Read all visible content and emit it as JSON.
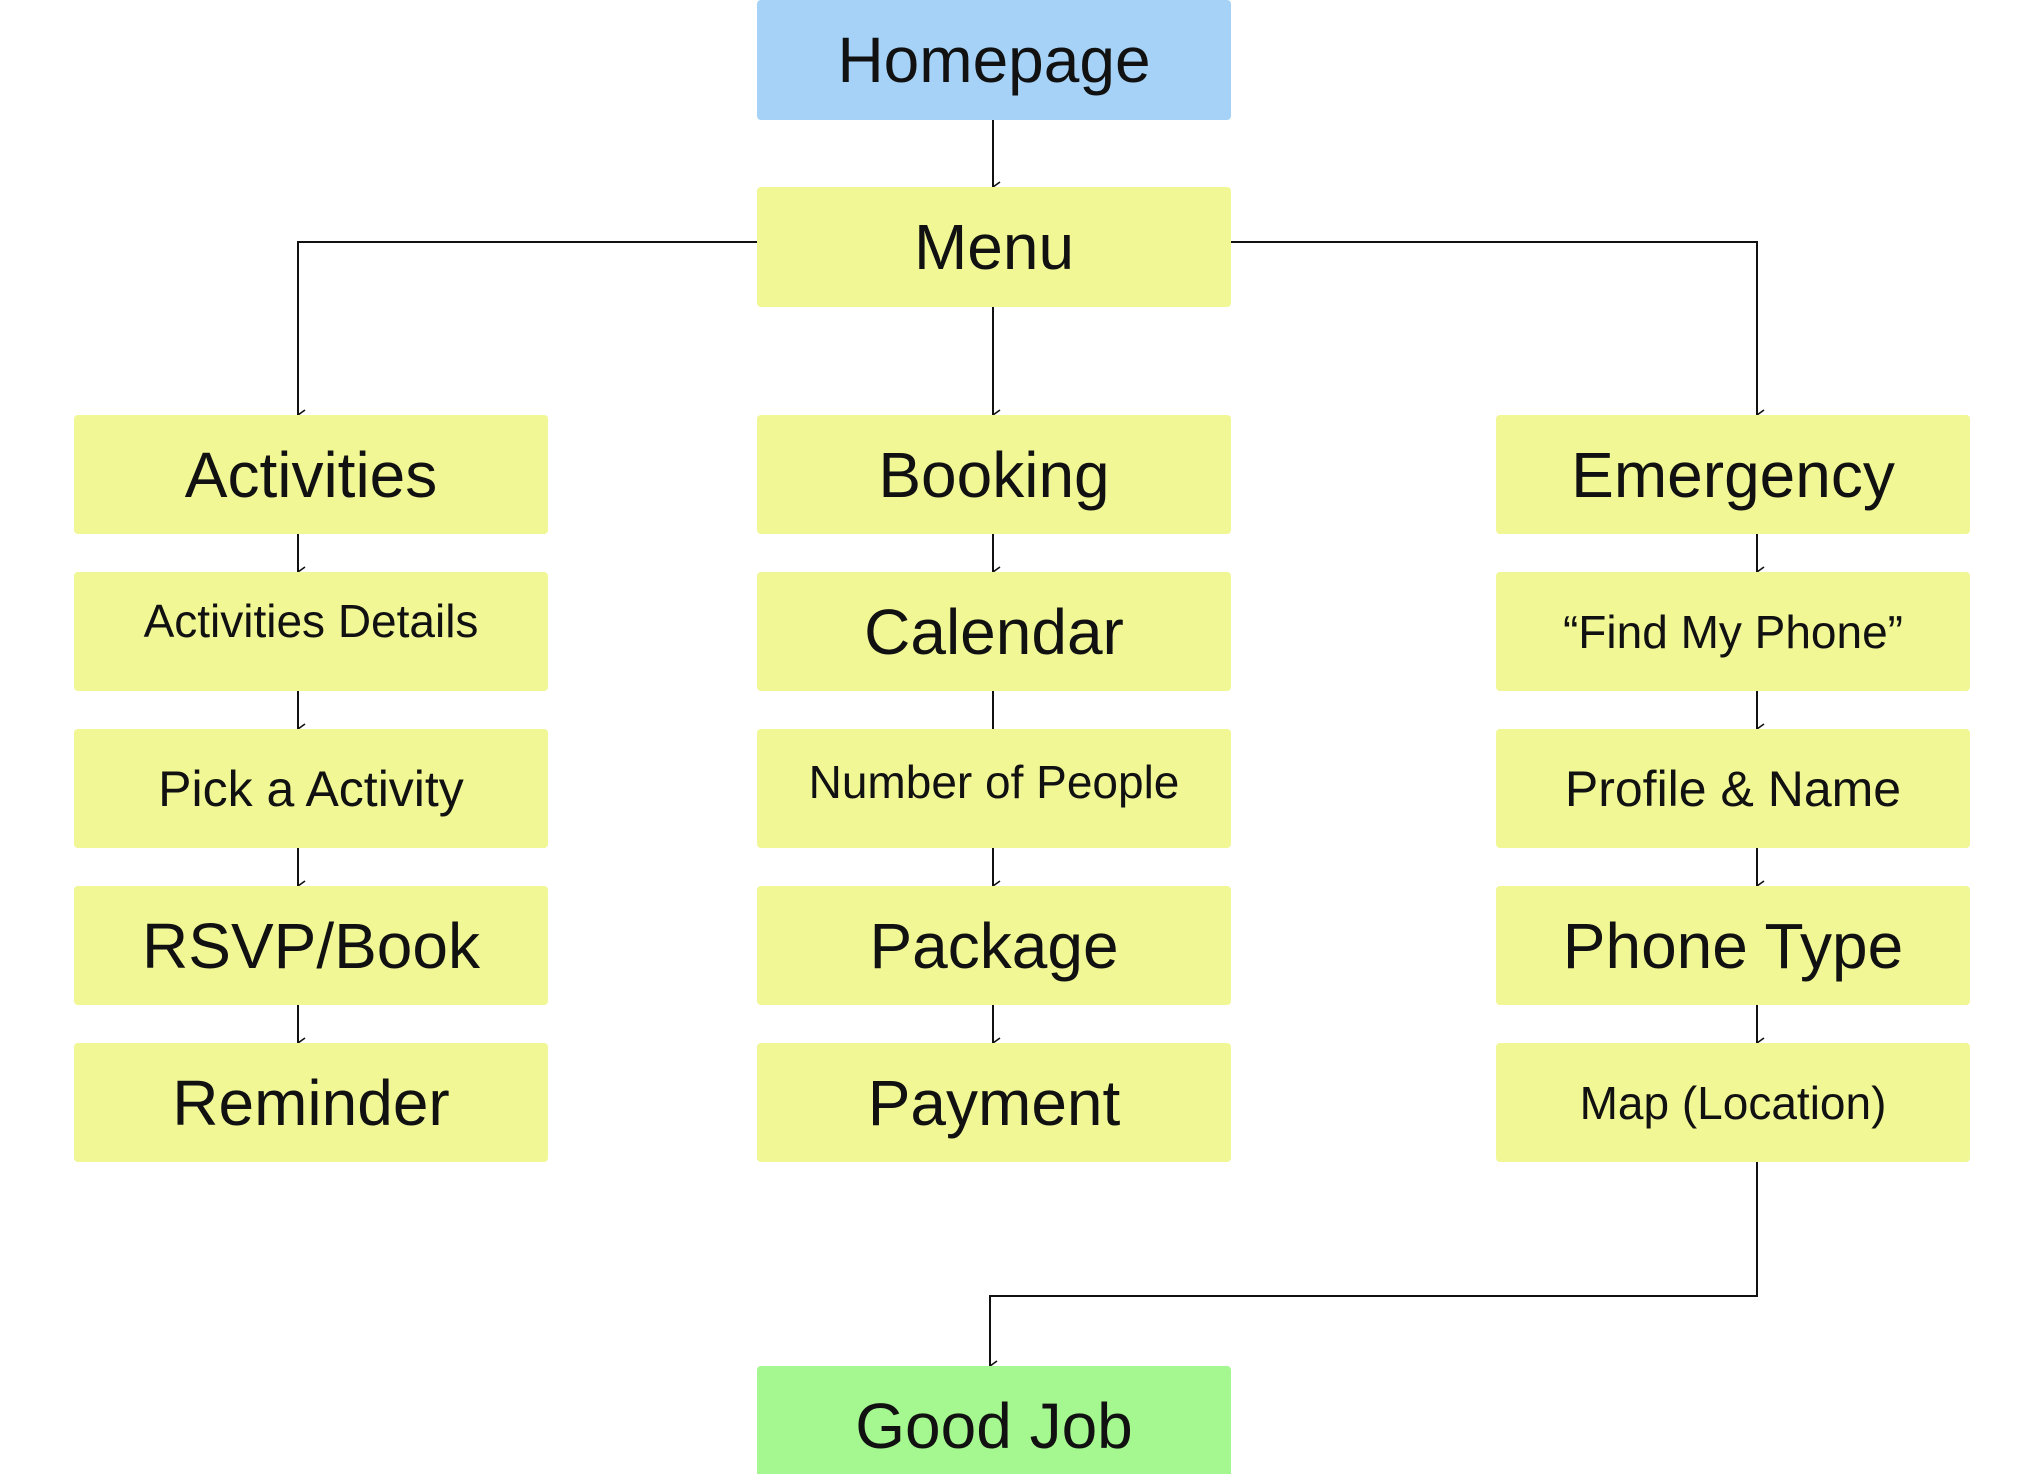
{
  "colors": {
    "root": "#a5d2f6",
    "step": "#f0f794",
    "end": "#a5f78f",
    "connector": "#111111"
  },
  "nodes": {
    "homepage": "Homepage",
    "menu": "Menu",
    "activities": "Activities",
    "activities_details": "Activities Details",
    "pick_activity": "Pick a Activity",
    "rsvp_book": "RSVP/Book",
    "reminder": "Reminder",
    "booking": "Booking",
    "calendar": "Calendar",
    "number_of_people": "Number of People",
    "package": "Package",
    "payment": "Payment",
    "emergency": "Emergency",
    "find_my_phone": "“Find My Phone”",
    "profile_name": "Profile & Name",
    "phone_type": "Phone Type",
    "map_location": "Map (Location)",
    "good_job": "Good Job"
  },
  "edges": [
    [
      "homepage",
      "menu"
    ],
    [
      "menu",
      "activities"
    ],
    [
      "menu",
      "booking"
    ],
    [
      "menu",
      "emergency"
    ],
    [
      "activities",
      "activities_details"
    ],
    [
      "activities_details",
      "pick_activity"
    ],
    [
      "pick_activity",
      "rsvp_book"
    ],
    [
      "rsvp_book",
      "reminder"
    ],
    [
      "booking",
      "calendar"
    ],
    [
      "calendar",
      "number_of_people"
    ],
    [
      "number_of_people",
      "package"
    ],
    [
      "package",
      "payment"
    ],
    [
      "emergency",
      "find_my_phone"
    ],
    [
      "find_my_phone",
      "profile_name"
    ],
    [
      "profile_name",
      "phone_type"
    ],
    [
      "phone_type",
      "map_location"
    ],
    [
      "map_location",
      "good_job"
    ]
  ]
}
